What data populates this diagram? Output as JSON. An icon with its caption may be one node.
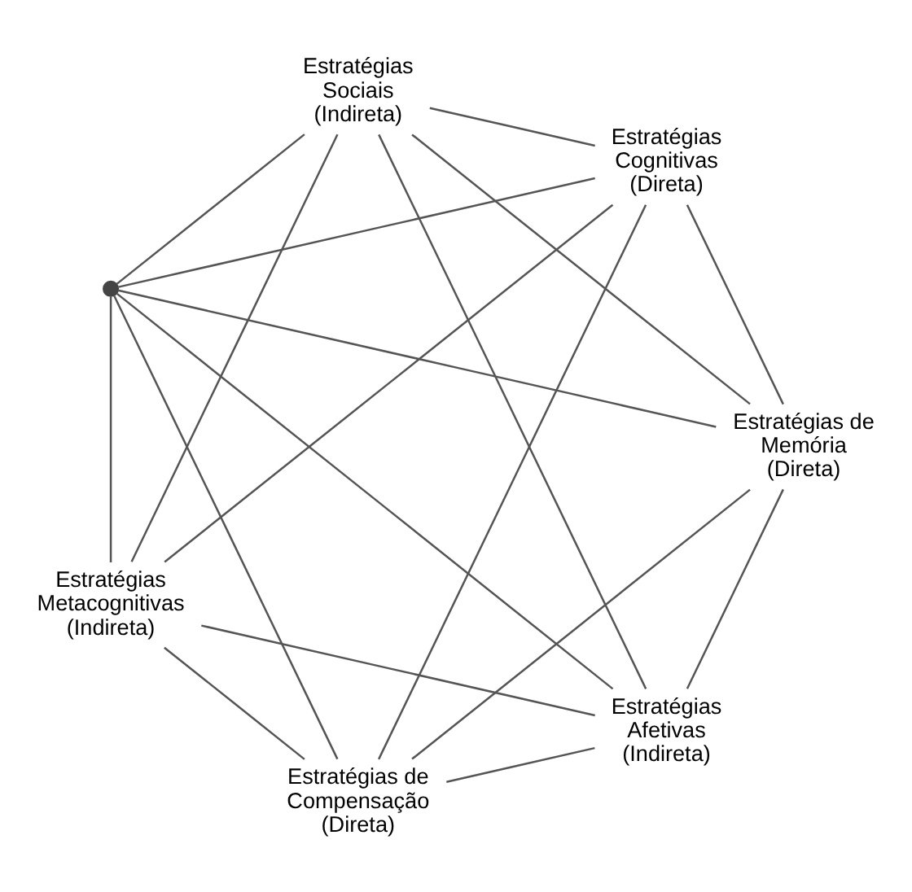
{
  "diagram": {
    "nodes": [
      {
        "text": [
          "Estratégias de Memória (Direta)"
        ]
      },
      {
        "text": [
          "Estratégias Cognitivas (Direta)"
        ]
      },
      {
        "text": [
          "Estratégias Sociais (Indireta)"
        ]
      },
      {
        "text": [
          "Estratégias de Compensação (Direta)"
        ]
      },
      {
        "text": [
          "Estratégias Afetivas (Indireta)"
        ]
      },
      {
        "text": [
          "Estratégias Metacognitivas (Indireta)"
        ]
      },
      {
        "text": [],
        "shape": "circle"
      }
    ],
    "edges": [
      {
        "from": 0,
        "to": 1,
        "arrow": "none"
      },
      {
        "from": 0,
        "to": 2,
        "arrow": "none"
      },
      {
        "from": 1,
        "to": 3,
        "arrow": "none"
      },
      {
        "from": 2,
        "to": 4,
        "arrow": "none"
      },
      {
        "from": 3,
        "to": 5,
        "arrow": "none"
      },
      {
        "from": 4,
        "to": 5,
        "arrow": "none"
      },
      {
        "from": 0,
        "to": 3,
        "arrow": "none"
      },
      {
        "from": 0,
        "to": 4,
        "arrow": "none"
      },
      {
        "from": 1,
        "to": 2,
        "arrow": "none"
      },
      {
        "from": 1,
        "to": 5,
        "arrow": "none"
      },
      {
        "from": 2,
        "to": 5,
        "arrow": "none"
      },
      {
        "from": 3,
        "to": 4,
        "arrow": "none"
      },
      {
        "from": 0,
        "to": 6,
        "arrow": "none"
      },
      {
        "from": 6,
        "to": 5,
        "arrow": "none"
      },
      {
        "from": 1,
        "to": 6,
        "arrow": "none"
      },
      {
        "from": 6,
        "to": 4,
        "arrow": "none"
      },
      {
        "from": 2,
        "to": 6,
        "arrow": "none"
      },
      {
        "from": 6,
        "to": 3,
        "arrow": "none"
      }
    ]
  }
}
